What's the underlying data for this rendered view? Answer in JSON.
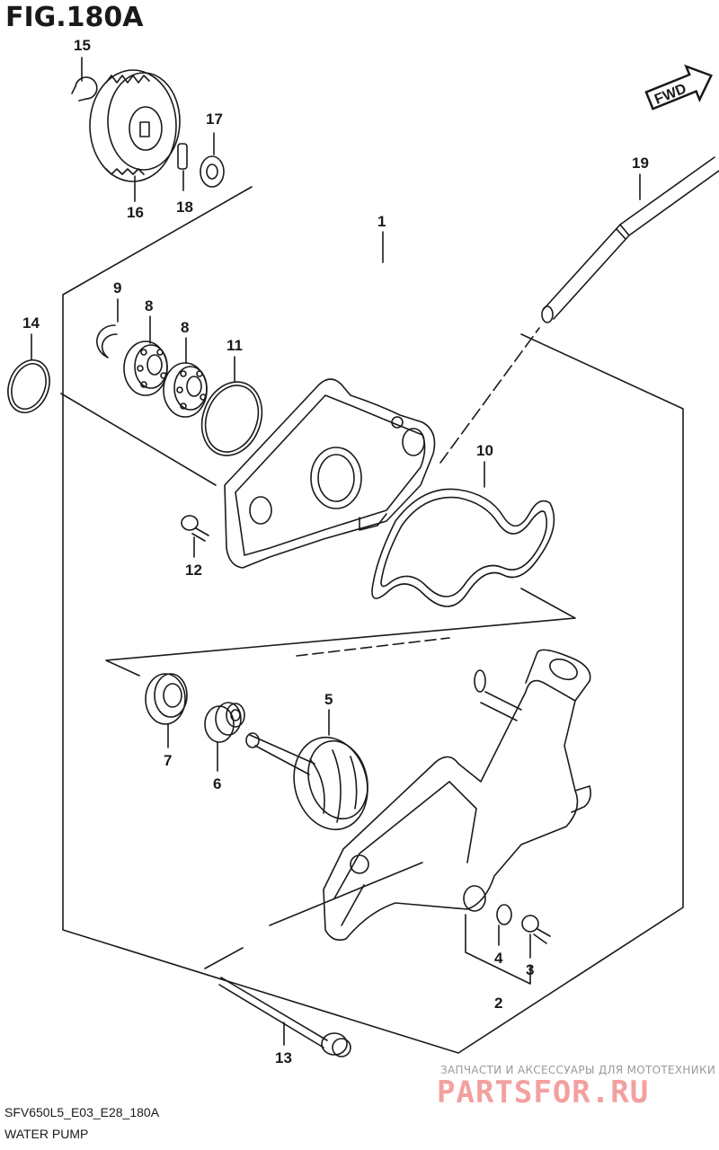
{
  "header": {
    "title": "FIG.180A"
  },
  "fwd_label": "FWD",
  "watermark": {
    "subtitle": "ЗАПЧАСТИ И АКСЕССУАРЫ ДЛЯ МОТОТЕХНИКИ",
    "logo": "PARTSFOR.RU"
  },
  "footer": {
    "code": "SFV650L5_E03_E28_180A",
    "caption": "WATER PUMP"
  },
  "callouts": [
    "15",
    "17",
    "18",
    "16",
    "19",
    "1",
    "9",
    "8",
    "8",
    "11",
    "14",
    "10",
    "12",
    "5",
    "7",
    "6",
    "4",
    "3",
    "2",
    "13"
  ],
  "colors": {
    "line": "#1a1a1a",
    "watermark_gray": "#9a9a9a",
    "watermark_red": "#f3a0a0"
  }
}
